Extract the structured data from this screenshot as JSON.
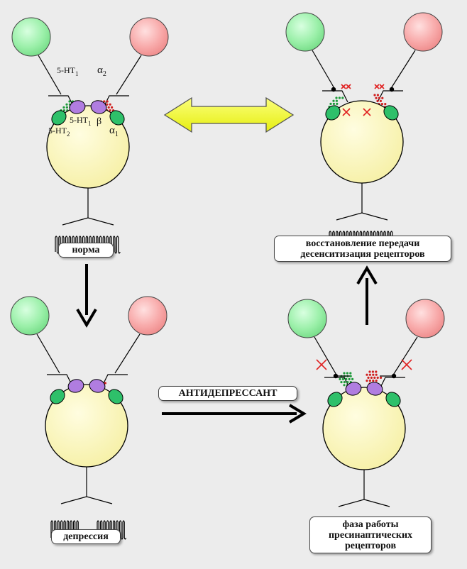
{
  "labels": {
    "norm": "норма",
    "depression": "депрессия",
    "antidepressant": "АНТИДЕПРЕССАНТ",
    "restore_line1": "восстановление передачи",
    "restore_line2": "десенситизация рецепторов",
    "phase_line1": "фаза работы",
    "phase_line2": "пресинаптических",
    "phase_line3": "рецепторов"
  },
  "receptors": {
    "ht1_top": "5-НТ",
    "ht1_top_sub": "1",
    "alpha2": "α",
    "alpha2_sub": "2",
    "ht1_post": "5-НТ",
    "ht1_post_sub": "1",
    "beta": "β",
    "ht2": "5-НТ",
    "ht2_sub": "2",
    "alpha1": "α",
    "alpha1_sub": "1"
  },
  "colors": {
    "serotonin_neuron": "#8ee89e",
    "noradrenaline_neuron": "#f7a0a0",
    "serotonin_dots": "#1e9a3a",
    "noradrenaline_dots": "#d02020",
    "cell_body": "#fbf7b6",
    "receptor_green": "#2ec06a",
    "receptor_purple": "#b07de0",
    "big_arrow": "#f2fa2a",
    "block_mark": "#e02020"
  }
}
